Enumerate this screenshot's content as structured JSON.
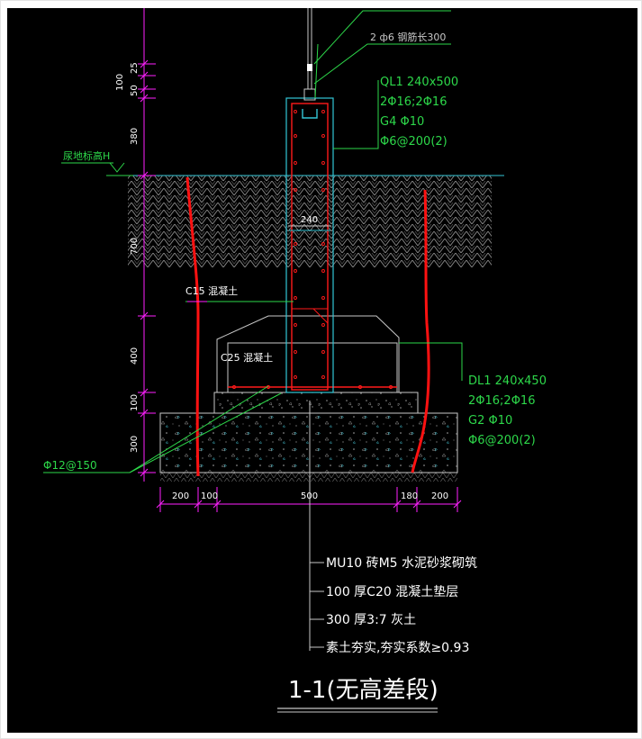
{
  "colors": {
    "background": "#000000",
    "white": "#ffffff",
    "green": "#2dd84a",
    "magenta": "#ff20ff",
    "cyan": "#33c6d6",
    "red": "#ff1a1a",
    "red_pile": "#ff1111",
    "gray": "#c8c8c8"
  },
  "labels": {
    "top_rebar": "2 ф6 钢筋长300",
    "ql1_lines": [
      "QL1 240x500",
      "2Φ16;2Φ16",
      "G4 Φ10",
      "Φ6@200(2)"
    ],
    "ground_mark": "尿地标高H",
    "col_width": "240",
    "c15": "C15 混凝土",
    "c25": "C25 混凝土",
    "dl1_lines": [
      "DL1 240x450",
      "2Φ16;2Φ16",
      "G2 Φ10",
      "Φ6@200(2)"
    ],
    "bottom_rebar": "Φ12@150",
    "notes": [
      "MU10   砖M5  水泥砂浆砌筑",
      "100   厚C20   混凝土垫层",
      "300   厚3:7   灰土",
      "素土夯实,夯实系数≥0.93"
    ],
    "title": "1-1(无高差段)"
  },
  "dims_vertical": [
    "25",
    "100",
    "50",
    "380",
    "700",
    "400",
    "100",
    "300"
  ],
  "dims_horizontal": [
    "200",
    "100",
    "500",
    "180",
    "200"
  ]
}
